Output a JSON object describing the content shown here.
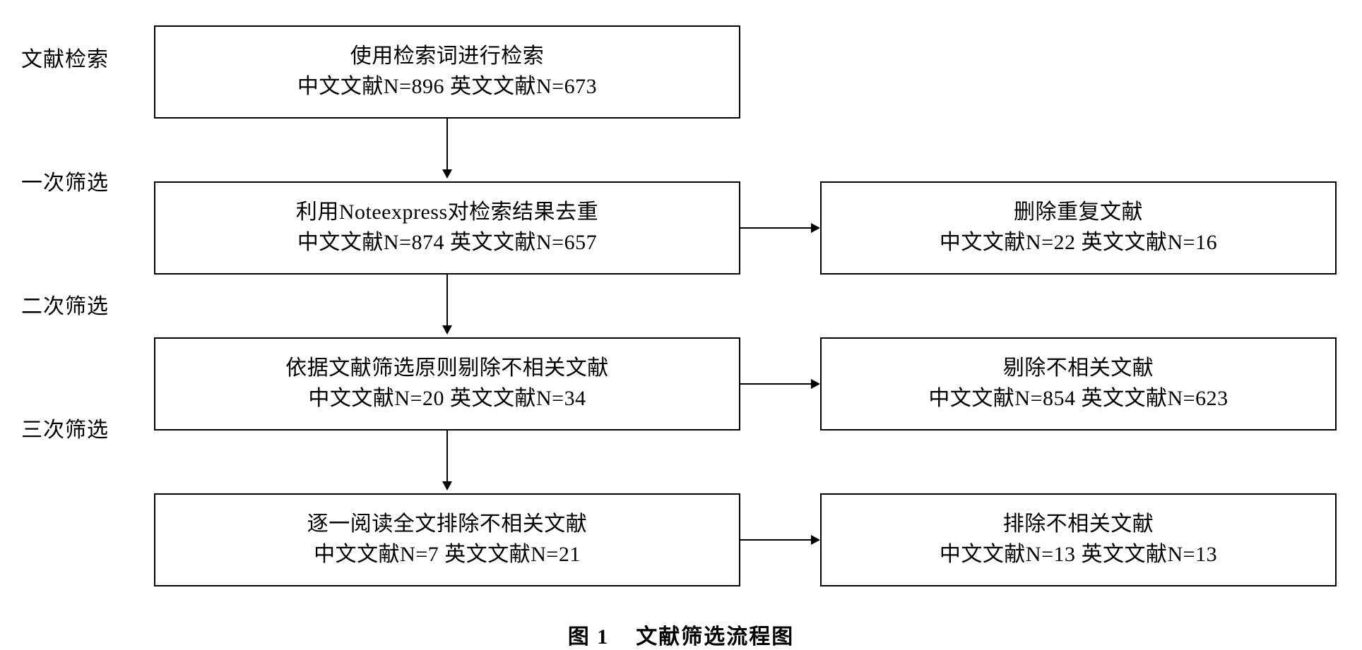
{
  "figure": {
    "caption": "图 1    文献筛选流程图",
    "stages": [
      {
        "label": "文献检索",
        "main_box": {
          "title": "使用检索词进行检索",
          "counts": "中文文献N=896   英文文献N=673"
        },
        "side_box": null
      },
      {
        "label": "一次筛选",
        "main_box": {
          "title": "利用Noteexpress对检索结果去重",
          "counts": "中文文献N=874  英文文献N=657"
        },
        "side_box": {
          "title": "删除重复文献",
          "counts": "中文文献N=22  英文文献N=16"
        }
      },
      {
        "label": "二次筛选",
        "main_box": {
          "title": "依据文献筛选原则剔除不相关文献",
          "counts": "中文文献N=20  英文文献N=34"
        },
        "side_box": {
          "title": "剔除不相关文献",
          "counts": "中文文献N=854  英文文献N=623"
        }
      },
      {
        "label": "三次筛选",
        "main_box": {
          "title": "逐一阅读全文排除不相关文献",
          "counts": "中文文献N=7   英文文献N=21"
        },
        "side_box": {
          "title": "排除不相关文献",
          "counts": "中文文献N=13  英文文献N=13"
        }
      }
    ],
    "colors": {
      "stroke": "#000000",
      "background": "#ffffff",
      "text": "#000000"
    }
  }
}
